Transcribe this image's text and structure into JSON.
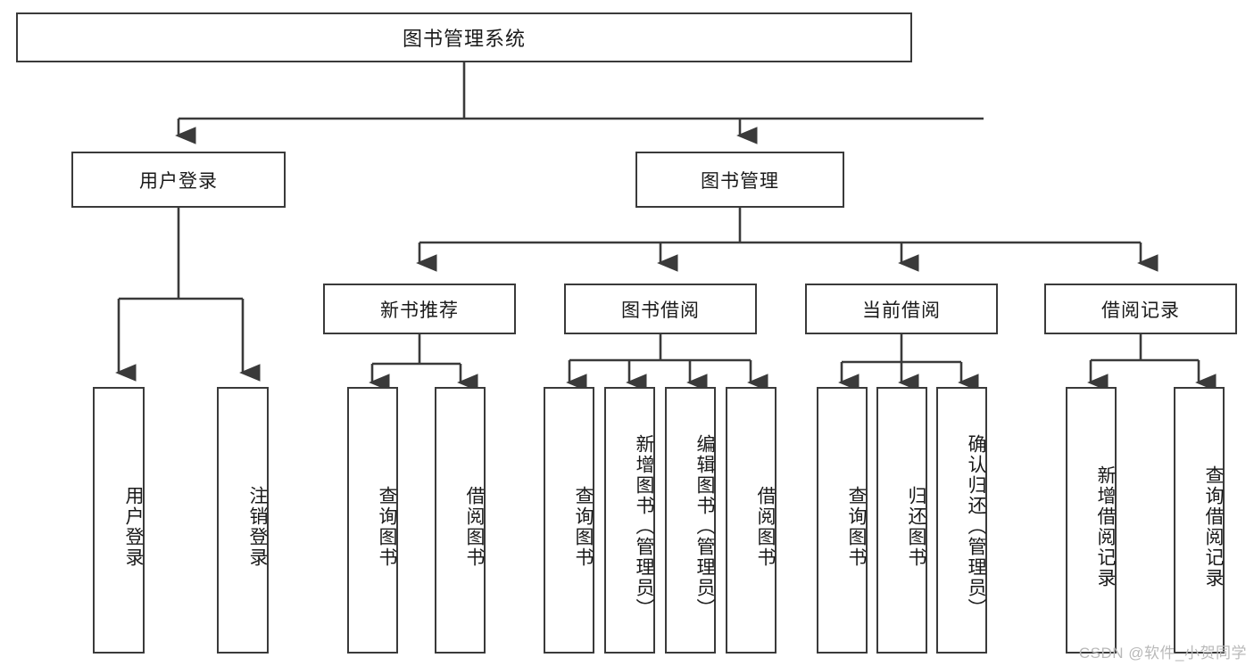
{
  "diagram": {
    "type": "hierarchy-tree",
    "title": "图书管理系统",
    "background_color": "#ffffff",
    "line_color": "#3a3a3a",
    "text_color": "#1a1a1a",
    "levels": 4
  },
  "root": {
    "label": "图书管理系统"
  },
  "level2": [
    {
      "label": "用户登录"
    },
    {
      "label": "图书管理"
    }
  ],
  "level3": [
    {
      "label": "新书推荐"
    },
    {
      "label": "图书借阅"
    },
    {
      "label": "当前借阅"
    },
    {
      "label": "借阅记录"
    }
  ],
  "leaves": {
    "user_login": [
      {
        "label": "用户登录"
      },
      {
        "label": "注销登录"
      }
    ],
    "new_book_recommend": [
      {
        "label": "查询图书"
      },
      {
        "label": "借阅图书"
      }
    ],
    "book_borrow": [
      {
        "label": "查询图书"
      },
      {
        "label": "新增图书（管理员）"
      },
      {
        "label": "编辑图书（管理员）"
      },
      {
        "label": "借阅图书"
      }
    ],
    "current_borrow": [
      {
        "label": "查询图书"
      },
      {
        "label": "归还图书"
      },
      {
        "label": "确认归还（管理员）"
      }
    ],
    "borrow_records": [
      {
        "label": "新增借阅记录"
      },
      {
        "label": "查询借阅记录"
      }
    ]
  },
  "watermark": {
    "text": "CSDN @软件_小贺同学"
  }
}
